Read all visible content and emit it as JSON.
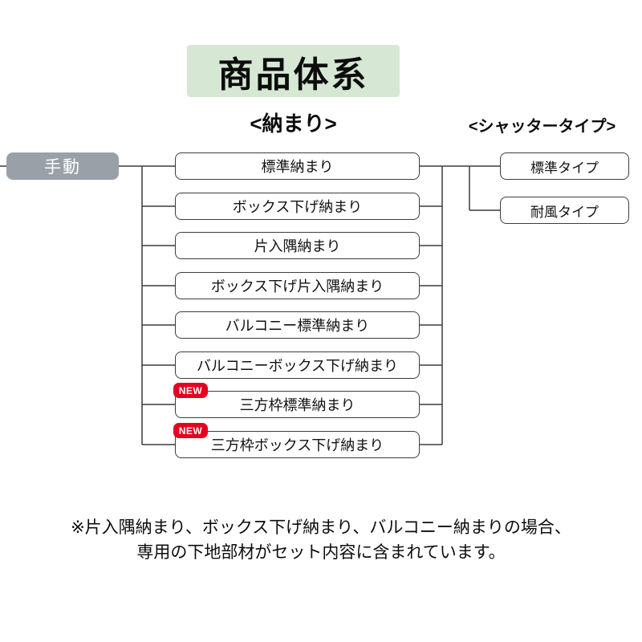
{
  "title": "商品体系",
  "columns": {
    "osamari_header": "<納まり>",
    "shutter_header": "<シャッタータイプ>"
  },
  "root": {
    "label": "手動"
  },
  "osamari": {
    "new_badge_label": "NEW",
    "items": [
      {
        "label": "標準納まり",
        "new": false
      },
      {
        "label": "ボックス下げ納まり",
        "new": false
      },
      {
        "label": "片入隅納まり",
        "new": false
      },
      {
        "label": "ボックス下げ片入隅納まり",
        "new": false
      },
      {
        "label": "バルコニー標準納まり",
        "new": false
      },
      {
        "label": "バルコニーボックス下げ納まり",
        "new": false
      },
      {
        "label": "三方枠標準納まり",
        "new": true
      },
      {
        "label": "三方枠ボックス下げ納まり",
        "new": true
      }
    ]
  },
  "shutter_types": {
    "items": [
      {
        "label": "標準タイプ"
      },
      {
        "label": "耐風タイプ"
      }
    ]
  },
  "footnote": {
    "line1": "※片入隅納まり、ボックス下げ納まり、バルコニー納まりの場合、",
    "line2": "専用の下地部材がセット内容に含まれています。"
  },
  "colors": {
    "title_bg": "#d6e8d4",
    "root_fill": "#9aa0a8",
    "badge_red": "#e50020",
    "line": "#3c3c3c"
  }
}
